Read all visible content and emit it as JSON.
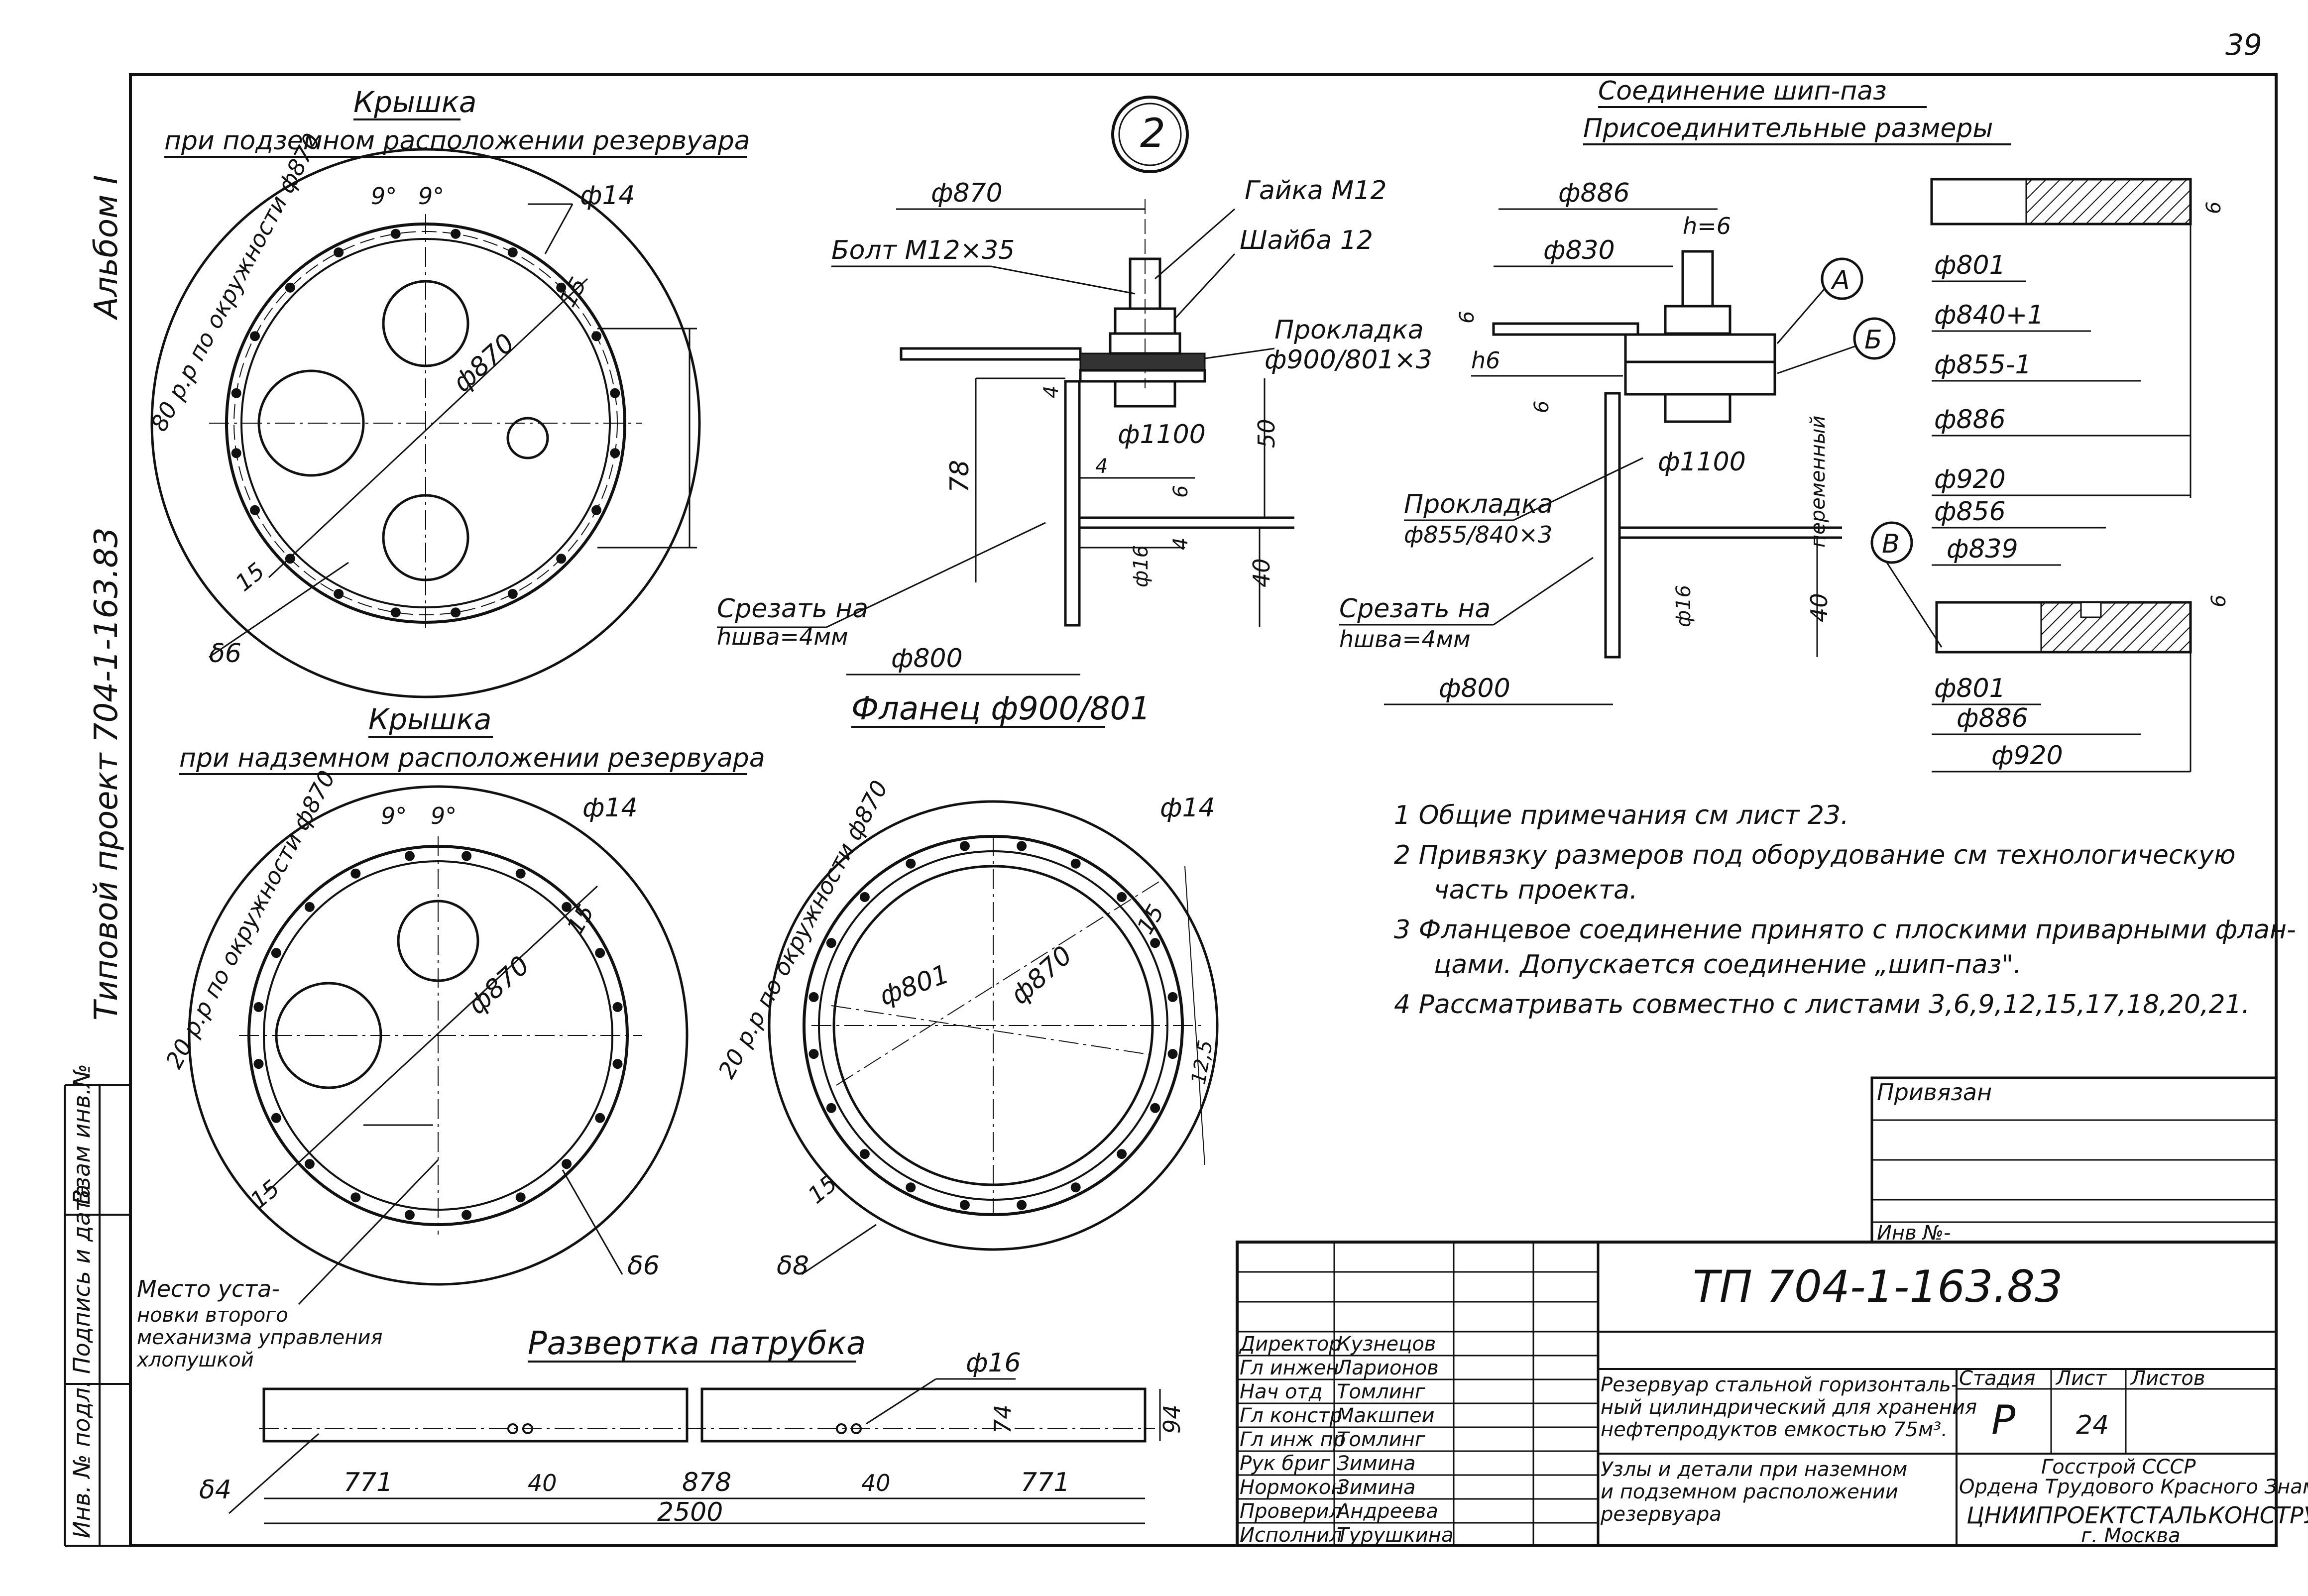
{
  "page_number": "39",
  "side_stamp": {
    "album": "Альбом I",
    "project": "Типовой проект 704-1-163.83",
    "cell_1": "Взам инв.№",
    "cell_2": "Подпись и дата",
    "cell_3": "Инв. № подл."
  },
  "lid_under": {
    "title": "Крышка",
    "subtitle": "при подземном расположении резервуара",
    "holes_label": "80 р.р по окружности ф870",
    "angle_a": "9°",
    "angle_b": "9°",
    "hole_dia": "ф14",
    "dia_870": "ф870",
    "dim_15a": "15",
    "dim_15b": "15",
    "thickness": "δ6"
  },
  "lid_above": {
    "title": "Крышка",
    "subtitle": "при надземном расположении резервуара",
    "holes_label": "20 р.р по окружности ф870",
    "angle_a": "9°",
    "angle_b": "9°",
    "hole_dia": "ф14",
    "dia_870": "ф870",
    "dim_15a": "15",
    "dim_15b": "15",
    "thickness": "δ6",
    "note": "Место установки второго механизма управления хлопушкой"
  },
  "flange_ring": {
    "holes_label": "20 р.р по окружности ф870",
    "hole_dia": "ф14",
    "dia_801": "ф801",
    "dia_870": "ф870",
    "dim_15a": "15",
    "dim_15b": "15",
    "thickness": "δ8",
    "dim_side": "12,5"
  },
  "detail_2": {
    "marker": "2",
    "dia_870": "ф870",
    "nut": "Гайка М12",
    "washer": "Шайба 12",
    "bolt": "Болт М12×35",
    "gasket": "Прокладка",
    "gasket_size": "ф900/801×3",
    "dia_1100": "ф1100",
    "dim_4a": "4",
    "dim_4b": "4",
    "dim_78": "78",
    "dim_50": "50",
    "dim_6": "6",
    "dim_4c": "4",
    "dim_16": "ф16",
    "dim_40": "40",
    "cut_label": "Срезать на",
    "cut_value": "hшва=4мм",
    "dia_800": "ф800",
    "caption": "Фланец ф900/801"
  },
  "joint": {
    "title": "Соединение шип-паз",
    "subtitle": "Присоединительные размеры",
    "dia_886": "ф886",
    "h6": "h=6",
    "dia_830": "ф830",
    "dim_6a": "6",
    "h6b": "h6",
    "dim_6b": "6",
    "marker_a": "А",
    "marker_b": "Б",
    "marker_v": "В",
    "dia_1100": "ф1100",
    "gasket": "Прокладка",
    "gasket_size": "ф855/840×3",
    "dim_16": "ф16",
    "dim_40": "40",
    "variable": "переменный",
    "cut_label": "Срезать на",
    "cut_value": "hшва=4мм",
    "dia_800": "ф800"
  },
  "profile_dims": {
    "top": [
      "ф801",
      "ф840+1",
      "ф855-1",
      "ф886"
    ],
    "bottom_top": [
      "ф920",
      "ф856",
      "ф839"
    ],
    "bottom": [
      "ф801",
      "ф886",
      "ф920"
    ],
    "dim_6a": "6",
    "dim_6b": "6"
  },
  "notes": [
    "1  Общие примечания см лист 23.",
    "2  Привязку размеров под оборудование см технологическую",
    "часть проекта.",
    "3  Фланцевое соединение принято с плоскими приварными флан-",
    "цами. Допускается соединение „шип-паз\".",
    "4  Рассматривать совместно с листами 3,6,9,12,15,17,18,20,21."
  ],
  "nozzle": {
    "title": "Развертка патрубка",
    "hole_dia": "ф16",
    "thickness": "δ4",
    "dim_74": "74",
    "dim_94": "94",
    "seg_1": "771",
    "seg_2": "40",
    "seg_3": "878",
    "seg_4": "40",
    "seg_5": "771",
    "total": "2500"
  },
  "title_block": {
    "linked": "Привязан",
    "inv_no": "Инв №-",
    "code": "ТП 704-1-163.83",
    "roles": [
      "Директор",
      "Гл инжен",
      "Нач отд",
      "Гл констр",
      "Гл инж пр",
      "Рук бриг",
      "Нормокон",
      "Проверил",
      "Исполнил"
    ],
    "names": [
      "Кузнецов",
      "Ларионов",
      "Томлинг",
      "Макшпеи",
      "Томлинг",
      "Зимина",
      "Зимина",
      "Андреева",
      "Турушкина"
    ],
    "description": "Резервуар стальной горизонтальный цилиндрический для хранения нефтепродуктов емкостью 75м³.",
    "sheet_title": "Узлы и детали при наземном и подземном расположении резервуара",
    "stage_label": "Стадия",
    "sheet_label": "Лист",
    "sheets_label": "Листов",
    "stage": "Р",
    "sheet": "24",
    "sheets": "",
    "org_1": "Госстрой СССР",
    "org_2": "Ордена Трудового Красного Знамени",
    "org_3": "ЦНИИПРОЕКТСТАЛЬКОНСТРУКЦИЯ",
    "org_4": "г. Москва"
  }
}
